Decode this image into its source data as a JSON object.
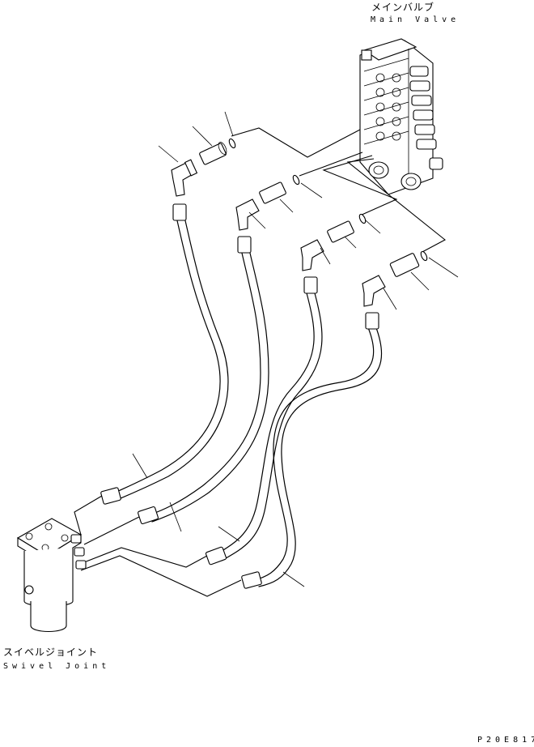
{
  "labels": {
    "main_valve_jp": "メインバルブ",
    "main_valve_en": "Main Valve",
    "swivel_joint_jp": "スイベルジョイント",
    "swivel_joint_en": "Swivel Joint",
    "drawing_code": "P20E817"
  },
  "icons": [
    "main-valve-icon",
    "swivel-joint-icon",
    "hose-icon",
    "elbow-fitting-icon",
    "connector-fitting-icon",
    "o-ring-icon"
  ]
}
